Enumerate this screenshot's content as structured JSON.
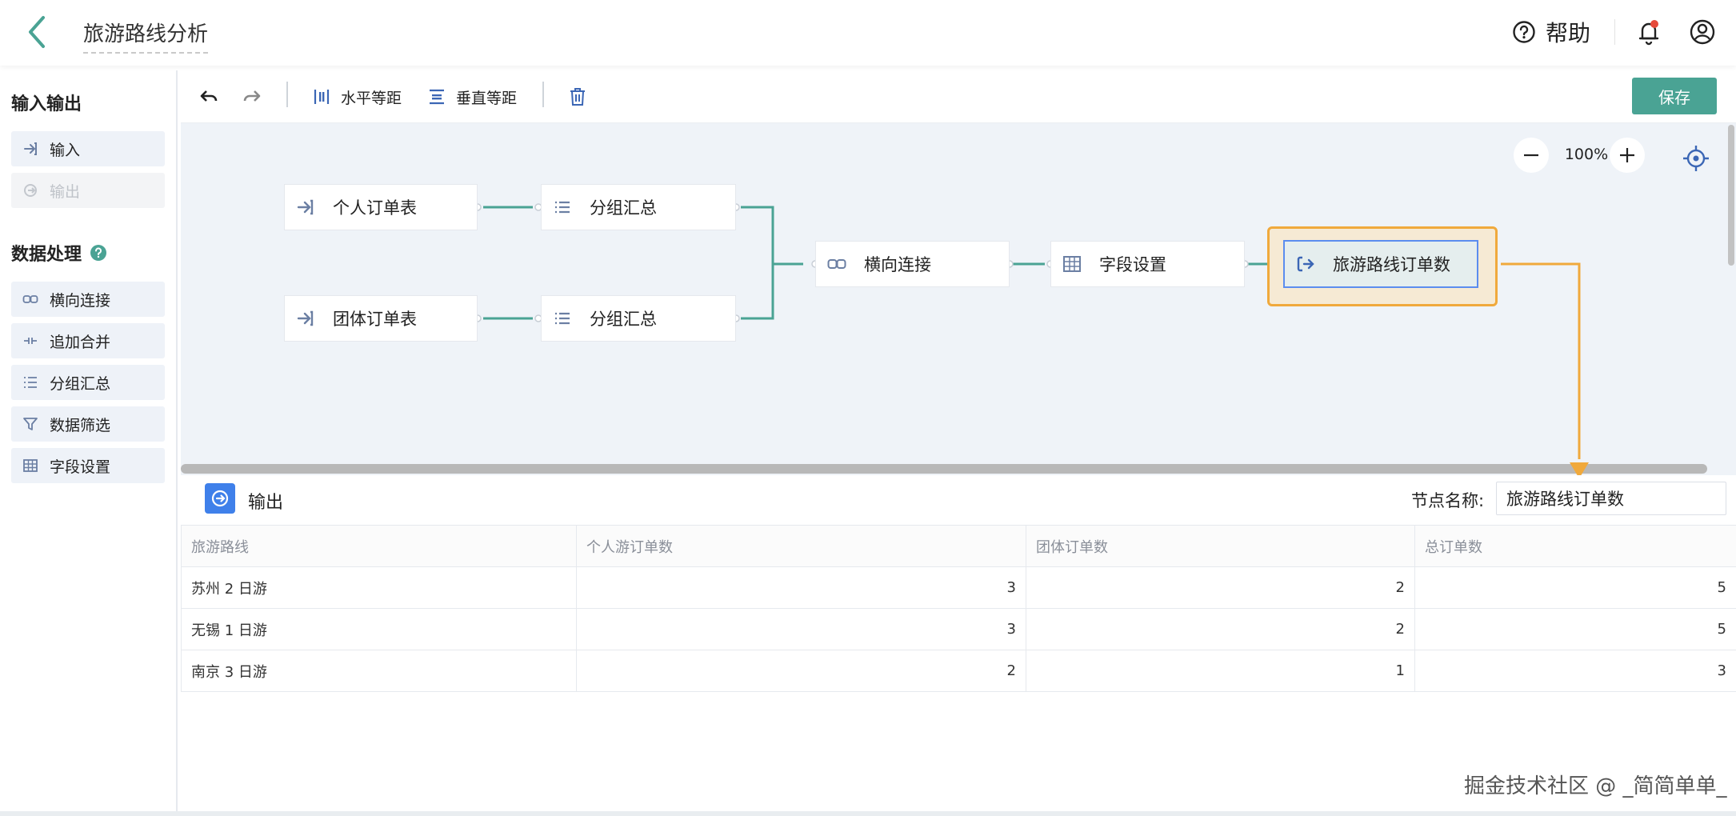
{
  "header": {
    "title": "旅游路线分析",
    "help_label": "帮助"
  },
  "sidebar": {
    "io_title": "输入输出",
    "io_items": [
      {
        "label": "输入",
        "icon": "input-arrow-icon",
        "enabled": true
      },
      {
        "label": "输出",
        "icon": "output-arrow-icon",
        "enabled": false
      }
    ],
    "processing_title": "数据处理",
    "processing_items": [
      {
        "label": "横向连接",
        "icon": "link-icon"
      },
      {
        "label": "追加合并",
        "icon": "merge-icon"
      },
      {
        "label": "分组汇总",
        "icon": "list-icon"
      },
      {
        "label": "数据筛选",
        "icon": "filter-icon"
      },
      {
        "label": "字段设置",
        "icon": "table-icon"
      }
    ]
  },
  "toolbar": {
    "horizontal_label": "水平等距",
    "vertical_label": "垂直等距",
    "save_label": "保存"
  },
  "canvas": {
    "zoom": "100%",
    "nodes": {
      "personal": "个人订单表",
      "group_summary_1": "分组汇总",
      "team": "团体订单表",
      "group_summary_2": "分组汇总",
      "join": "横向连接",
      "fields": "字段设置",
      "output": "旅游路线订单数"
    }
  },
  "panel": {
    "type_label": "输出",
    "node_name_label": "节点名称:",
    "node_name_value": "旅游路线订单数"
  },
  "table": {
    "columns": [
      "旅游路线",
      "个人游订单数",
      "团体订单数",
      "总订单数"
    ],
    "rows": [
      [
        "苏州 2 日游",
        "3",
        "2",
        "5"
      ],
      [
        "无锡 1 日游",
        "3",
        "2",
        "5"
      ],
      [
        "南京 3 日游",
        "2",
        "1",
        "3"
      ]
    ]
  },
  "watermark": "掘金技术社区 @ _简简单单_",
  "colors": {
    "accent": "#4aa394",
    "edge": "#4aa394",
    "highlight": "#f0a93c",
    "selected_border": "#5b8def",
    "node_icon": "#6b7fa3"
  }
}
